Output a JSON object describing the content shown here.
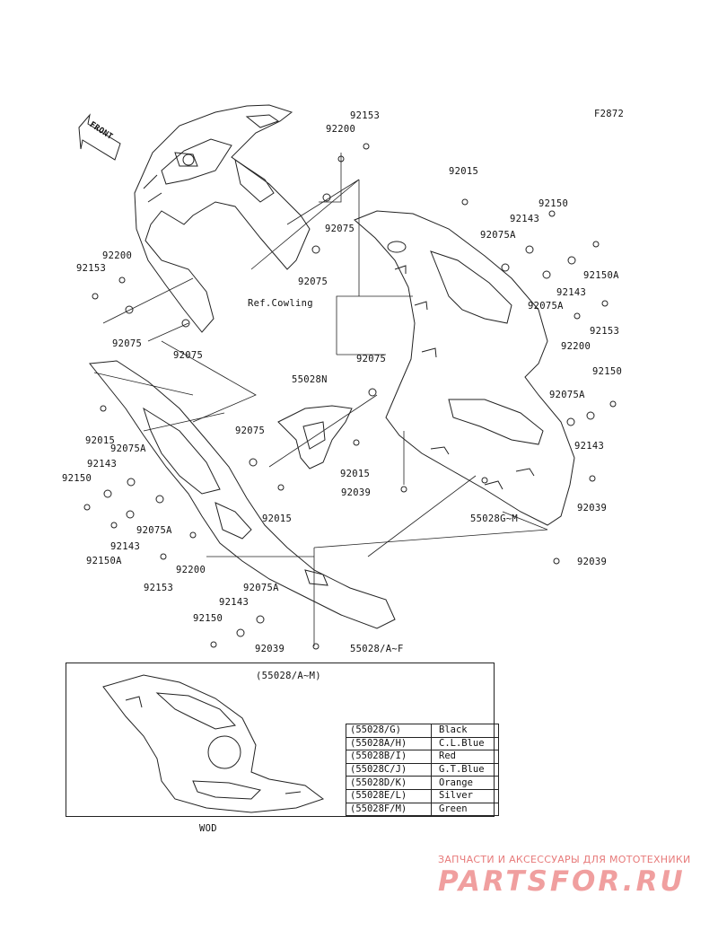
{
  "figure_code": "F2872",
  "front_label": "FRONT",
  "ref_label": "Ref.Cowling",
  "inset_title": "(55028/A~M)",
  "model_label": "WOD",
  "parts": {
    "p01": "92153",
    "p02": "92200",
    "p03": "92015",
    "p04": "92150",
    "p05": "92143",
    "p06": "92075A",
    "p07": "92150A",
    "p08": "92075",
    "p09": "92075",
    "p10": "92143",
    "p11": "92075A",
    "p12": "92153",
    "p13": "92200",
    "p14": "92200",
    "p15": "92153",
    "p16": "92075",
    "p17": "92075",
    "p18": "92075",
    "p19": "55028N",
    "p20": "92150",
    "p21": "92075A",
    "p22": "92143",
    "p23": "92015",
    "p24": "92075A",
    "p25": "92075",
    "p26": "92015",
    "p27": "92143",
    "p28": "92150",
    "p29": "92039",
    "p30": "92039",
    "p31": "55028G~M",
    "p32": "92015",
    "p33": "92075A",
    "p34": "92143",
    "p35": "92150A",
    "p36": "92200",
    "p37": "92153",
    "p38": "92075A",
    "p39": "92143",
    "p40": "92150",
    "p41": "92039",
    "p42": "55028/A~F",
    "p43": "92039"
  },
  "color_table": [
    {
      "code": "(55028/G)",
      "color": "Black"
    },
    {
      "code": "(55028A/H)",
      "color": "C.L.Blue"
    },
    {
      "code": "(55028B/I)",
      "color": "Red"
    },
    {
      "code": "(55028C/J)",
      "color": "G.T.Blue"
    },
    {
      "code": "(55028D/K)",
      "color": "Orange"
    },
    {
      "code": "(55028E/L)",
      "color": "Silver"
    },
    {
      "code": "(55028F/M)",
      "color": "Green"
    }
  ],
  "watermark": {
    "top": "ЗАПЧАСТИ И АКСЕССУАРЫ ДЛЯ МОТОТЕХНИКИ",
    "brand": "PARTSFOR.RU"
  },
  "colors": {
    "line": "#222222",
    "watermark": "#ee8f8f"
  }
}
